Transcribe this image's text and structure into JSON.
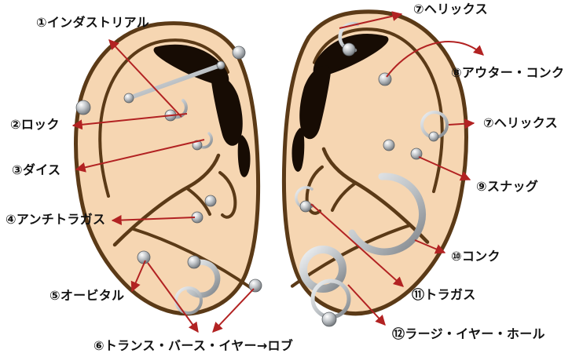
{
  "figure": {
    "description_visible_text_only": true,
    "colors": {
      "background": "#ffffff",
      "skin": "#f6d6b2",
      "ear_outline": "#5b3a17",
      "shadow": "#170c04",
      "arrow": "#b22222",
      "label_text": "#121212",
      "jewelry_light": "#eceff1",
      "jewelry_dark": "#81878c"
    },
    "labels": [
      {
        "key": "industrial",
        "text": "①インダストリアル"
      },
      {
        "key": "rook",
        "text": "②ロック"
      },
      {
        "key": "daith",
        "text": "③ダイス"
      },
      {
        "key": "anti-tragus",
        "text": "④アンチトラガス"
      },
      {
        "key": "orbital",
        "text": "⑤オービタル"
      },
      {
        "key": "transverse-ear-lobe",
        "text": "⑥トランス・バース・イヤー→ロブ"
      },
      {
        "key": "helix-top",
        "text": "⑦ヘリックス"
      },
      {
        "key": "outer-conch",
        "text": "⑧アウター・コンク"
      },
      {
        "key": "helix-side",
        "text": "⑦ヘリックス"
      },
      {
        "key": "snug",
        "text": "⑨スナッグ"
      },
      {
        "key": "conch",
        "text": "⑩コンク"
      },
      {
        "key": "tragus",
        "text": "⑪トラガス"
      },
      {
        "key": "large-ear-hole",
        "text": "⑫ラージ・イヤー・ホール"
      }
    ]
  }
}
